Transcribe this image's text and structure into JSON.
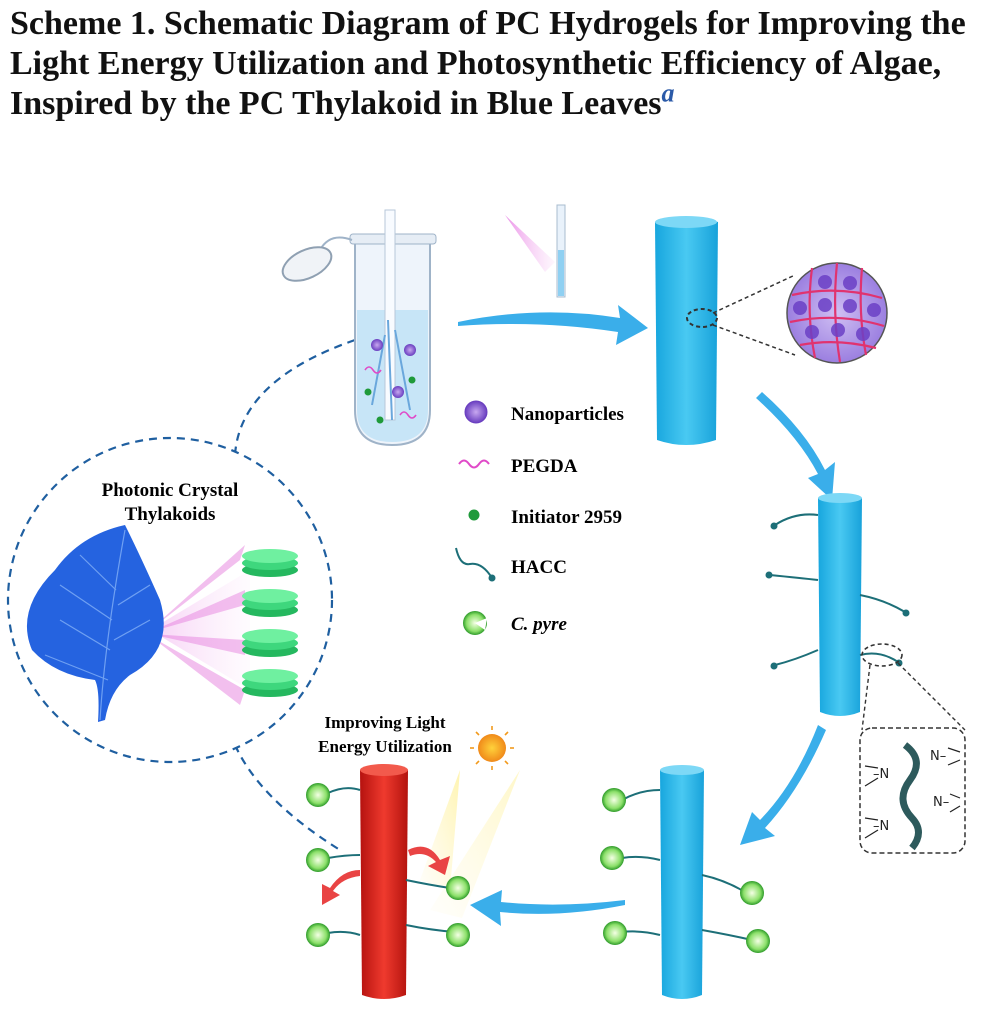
{
  "caption": {
    "title": "Scheme 1. Schematic Diagram of PC Hydrogels for Improving the Light Energy Utilization and Photosynthetic Efficiency of Algae, Inspired by the PC Thylakoid in Blue Leaves",
    "footnote_mark": "a"
  },
  "legend": {
    "nanoparticles": "Nanoparticles",
    "pegda": "PEGDA",
    "initiator": "Initiator 2959",
    "hacc": "HACC",
    "cpyre": "C. pyre"
  },
  "labels": {
    "pc_line1": "Photonic Crystal",
    "pc_line2": "Thylakoids",
    "light_line1": "Improving Light",
    "light_line2": "Energy Utilization"
  },
  "colors": {
    "blue_rod": "#2ab8ea",
    "red_rod": "#d9231d",
    "arrow": "#3aaeea",
    "leaf": "#2460e0",
    "thylakoid": "#3ed77d",
    "dash": "#1f5fa0",
    "pink": "#e04ac8"
  }
}
